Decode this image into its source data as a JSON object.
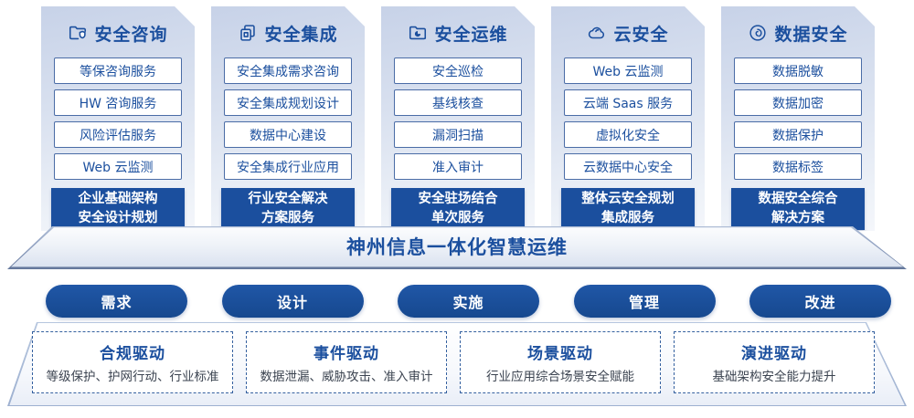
{
  "palette": {
    "primary": "#1b4f9e",
    "card_bg_top": "#c7d2e8",
    "card_bg_bottom": "#f4f6fb",
    "item_border": "#4a6ca6",
    "highlight_bg": "#1b4f9e",
    "banner_edge": "#64779b",
    "platform_edge": "#9db0d0",
    "dashed_border": "#34609f",
    "desc_text": "#3b4350"
  },
  "columns": [
    {
      "icon": "folder-shield-icon",
      "title": "安全咨询",
      "items": [
        "等保咨询服务",
        "HW 咨询服务",
        "风险评估服务",
        "Web 云监测"
      ],
      "highlight": [
        "企业基础架构",
        "安全设计规划"
      ]
    },
    {
      "icon": "copy-docs-icon",
      "title": "安全集成",
      "items": [
        "安全集成需求咨询",
        "安全集成规划设计",
        "数据中心建设",
        "安全集成行业应用"
      ],
      "highlight": [
        "行业安全解决",
        "方案服务"
      ]
    },
    {
      "icon": "folder-clock-icon",
      "title": "安全运维",
      "items": [
        "安全巡检",
        "基线核查",
        "漏洞扫描",
        "准入审计"
      ],
      "highlight": [
        "安全驻场结合",
        "单次服务"
      ]
    },
    {
      "icon": "cloud-icon",
      "title": "云安全",
      "items": [
        "Web 云监测",
        "云端 Saas 服务",
        "虚拟化安全",
        "云数据中心安全"
      ],
      "highlight": [
        "整体云安全规划",
        "集成服务"
      ]
    },
    {
      "icon": "fingerprint-icon",
      "title": "数据安全",
      "items": [
        "数据脱敏",
        "数据加密",
        "数据保护",
        "数据标签"
      ],
      "highlight": [
        "数据安全综合",
        "解决方案"
      ]
    }
  ],
  "banner": {
    "title": "神州信息一体化智慧运维"
  },
  "process_steps": [
    "需求",
    "设计",
    "实施",
    "管理",
    "改进"
  ],
  "drivers": [
    {
      "title": "合规驱动",
      "desc": "等级保护、护网行动、行业标准"
    },
    {
      "title": "事件驱动",
      "desc": "数据泄漏、威胁攻击、准入审计"
    },
    {
      "title": "场景驱动",
      "desc": "行业应用综合场景安全赋能"
    },
    {
      "title": "演进驱动",
      "desc": "基础架构安全能力提升"
    }
  ]
}
